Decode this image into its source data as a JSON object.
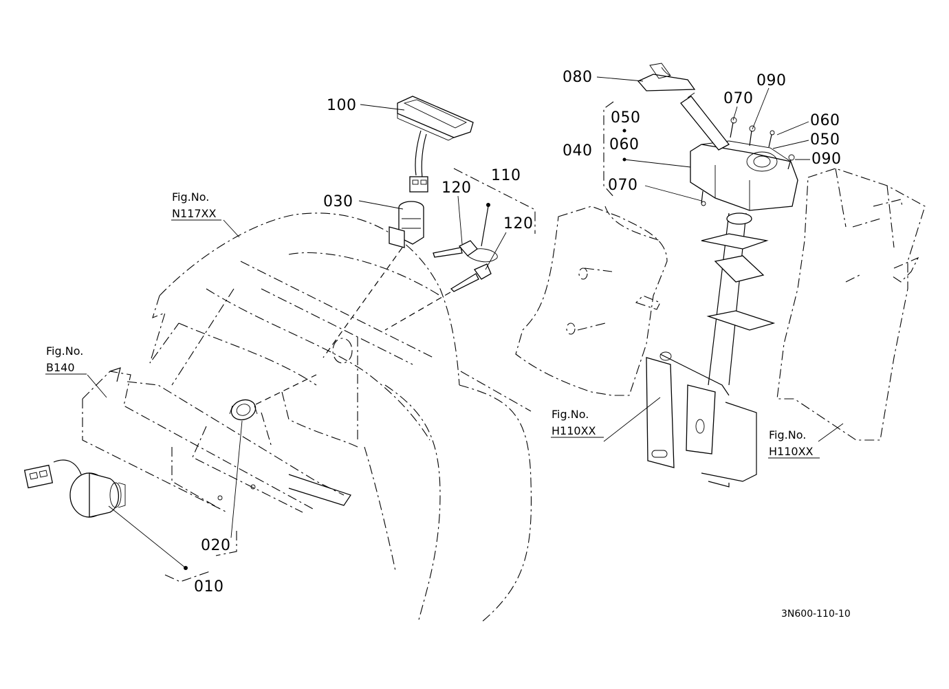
{
  "diagram": {
    "code": "3N600-110-10",
    "parts": {
      "p010": "010",
      "p020": "020",
      "p030": "030",
      "p040": "040",
      "p050a": "050",
      "p060a": "060",
      "p070a": "070",
      "p080": "080",
      "p090a": "090",
      "p070b": "070",
      "p060b": "060",
      "p050b": "050",
      "p090b": "090",
      "p100": "100",
      "p110": "110",
      "p120a": "120",
      "p120b": "120"
    },
    "figs": {
      "n117": {
        "title": "Fig.No.",
        "ref": "N117XX"
      },
      "b140": {
        "title": "Fig.No.",
        "ref": "B140"
      },
      "h110a": {
        "title": "Fig.No.",
        "ref": "H110XX"
      },
      "h110b": {
        "title": "Fig.No.",
        "ref": "H110XX"
      }
    }
  }
}
